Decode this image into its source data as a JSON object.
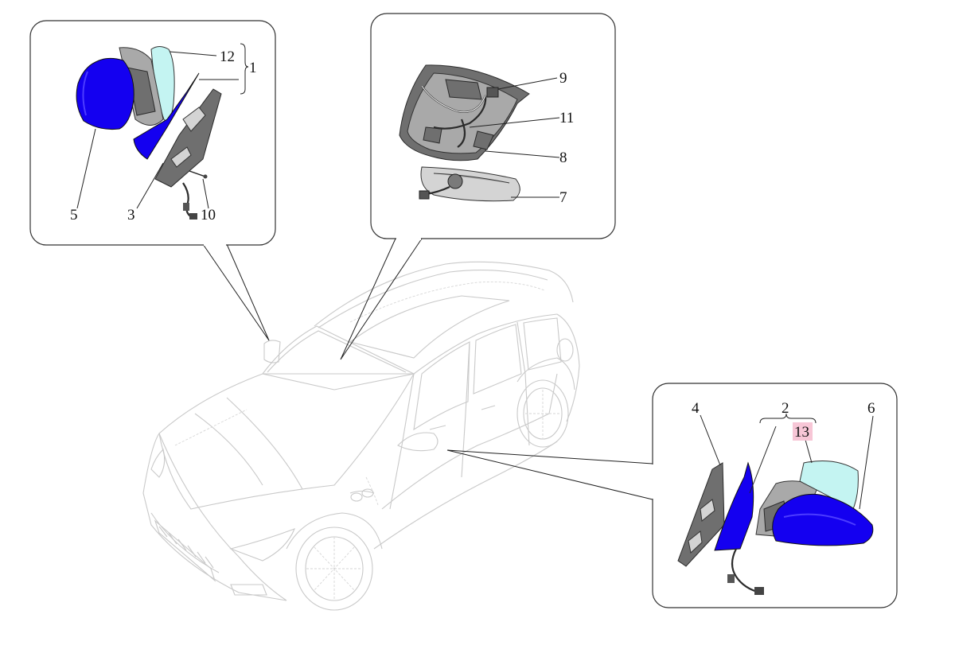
{
  "diagram": {
    "callouts": {
      "top_left": {
        "labels": [
          "12",
          "1",
          "5",
          "3",
          "10"
        ]
      },
      "top_center": {
        "labels": [
          "9",
          "11",
          "8",
          "7"
        ]
      },
      "bottom_right": {
        "labels": [
          "4",
          "2",
          "13",
          "6"
        ]
      }
    },
    "colors": {
      "highlight_blue": "#1400f0",
      "glass_cyan": "#c4f4f2",
      "highlight_label_bg": "#f7c6d6",
      "car_outline": "#c9c9c9"
    }
  }
}
